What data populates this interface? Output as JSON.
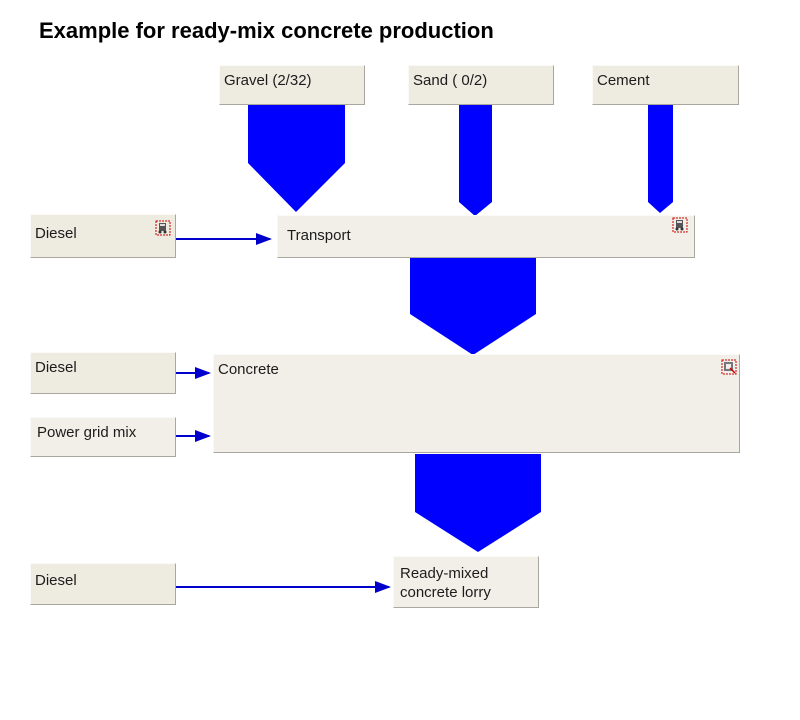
{
  "title": "Example for ready-mix concrete production",
  "colors": {
    "flow": "#0000ff",
    "arrow": "#0000cc",
    "box": "#eeebe1"
  },
  "nodes": {
    "gravel": {
      "label": "Gravel (2/32)"
    },
    "sand": {
      "label": "Sand ( 0/2)"
    },
    "cement": {
      "label": "Cement"
    },
    "diesel_transport": {
      "label": "Diesel"
    },
    "transport": {
      "label": "Transport"
    },
    "diesel_concrete": {
      "label": "Diesel"
    },
    "power_grid": {
      "label": "Power grid mix"
    },
    "concrete": {
      "label": "Concrete"
    },
    "diesel_lorry": {
      "label": "Diesel"
    },
    "lorry": {
      "label": "Ready-mixed\nconcrete lorry"
    }
  },
  "icons": {
    "diesel_transport": "process-icon",
    "transport": "process-icon",
    "concrete": "process-icon"
  }
}
